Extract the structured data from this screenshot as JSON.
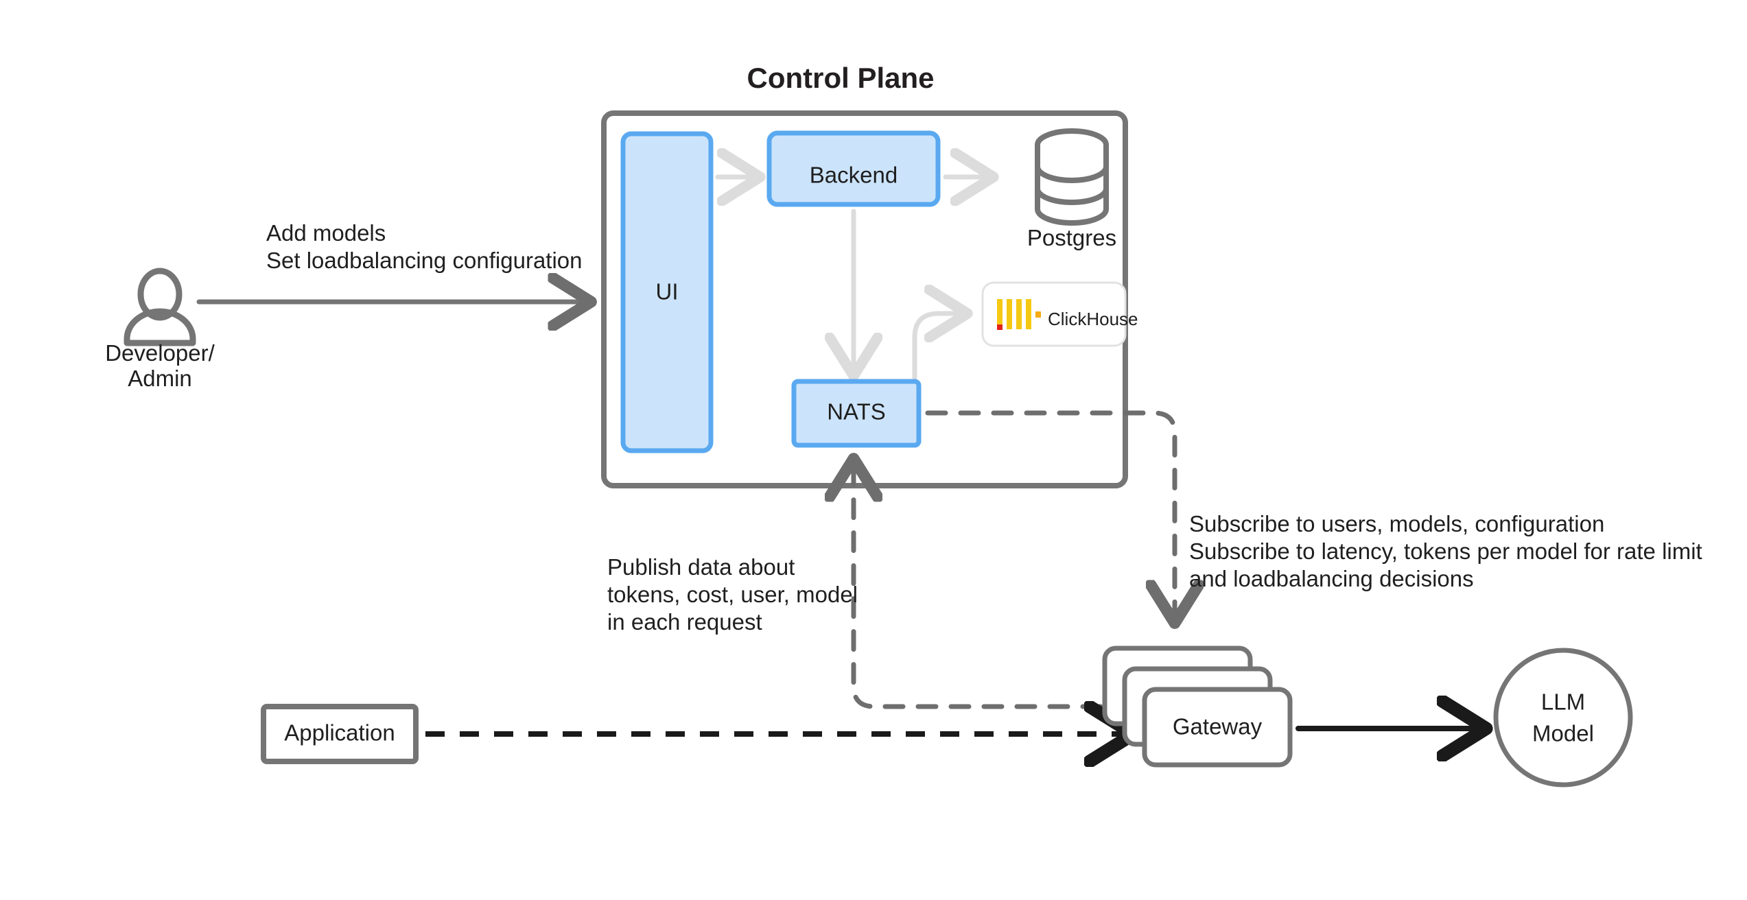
{
  "diagram": {
    "title": "Control Plane",
    "nodes": {
      "ui": "UI",
      "backend": "Backend",
      "postgres": "Postgres",
      "clickhouse": "ClickHouse",
      "nats": "NATS",
      "gateway": "Gateway",
      "application": "Application",
      "llm_model_line1": "LLM",
      "llm_model_line2": "Model",
      "actor_line1": "Developer/",
      "actor_line2": "Admin"
    },
    "edge_labels": {
      "admin_line1": "Add models",
      "admin_line2": "Set loadbalancing configuration",
      "publish_line1": "Publish data about",
      "publish_line2": "tokens, cost, user, model",
      "publish_line3": "in each request",
      "subscribe_line1": "Subscribe to users, models, configuration",
      "subscribe_line2": "Subscribe to latency, tokens per model for rate limit",
      "subscribe_line3": "and loadbalancing decisions"
    },
    "icons": {
      "actor": "person-icon",
      "postgres": "database-cylinder-icon",
      "clickhouse": "clickhouse-logo-icon"
    },
    "colors": {
      "node_fill": "#cce4fb",
      "node_stroke": "#5aa9f0",
      "container_stroke": "#757575",
      "light_arrow": "#dcdcdc",
      "dark_arrow": "#1a1a1a",
      "gray_arrow": "#6e6e6e",
      "text": "#1f1f1f",
      "clickhouse_yellow": "#f5c913",
      "clickhouse_red": "#e32119",
      "background": "#ffffff"
    }
  }
}
